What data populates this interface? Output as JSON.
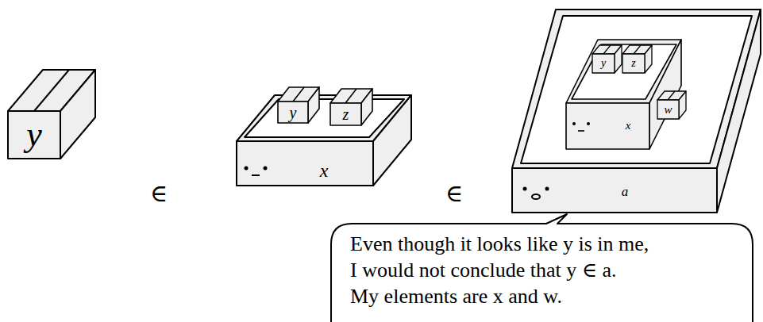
{
  "diagram": {
    "nodes": [
      {
        "text": [
          "y"
        ]
      },
      {
        "text": [
          "x"
        ]
      },
      {
        "text": [
          "y"
        ],
        "in": 1
      },
      {
        "text": [
          "z"
        ],
        "in": 1
      },
      {
        "text": [
          "a"
        ]
      },
      {
        "text": [
          "x"
        ],
        "in": 4
      },
      {
        "text": [
          "y"
        ],
        "in": 5
      },
      {
        "text": [
          "z"
        ],
        "in": 5
      },
      {
        "text": [
          "w"
        ],
        "in": 4
      },
      {
        "text": [
          "Even though it looks like y is in me, I would not conclude that y ∈ a. My elements are x and w."
        ]
      }
    ],
    "labels": [
      "∈",
      "∈"
    ]
  }
}
